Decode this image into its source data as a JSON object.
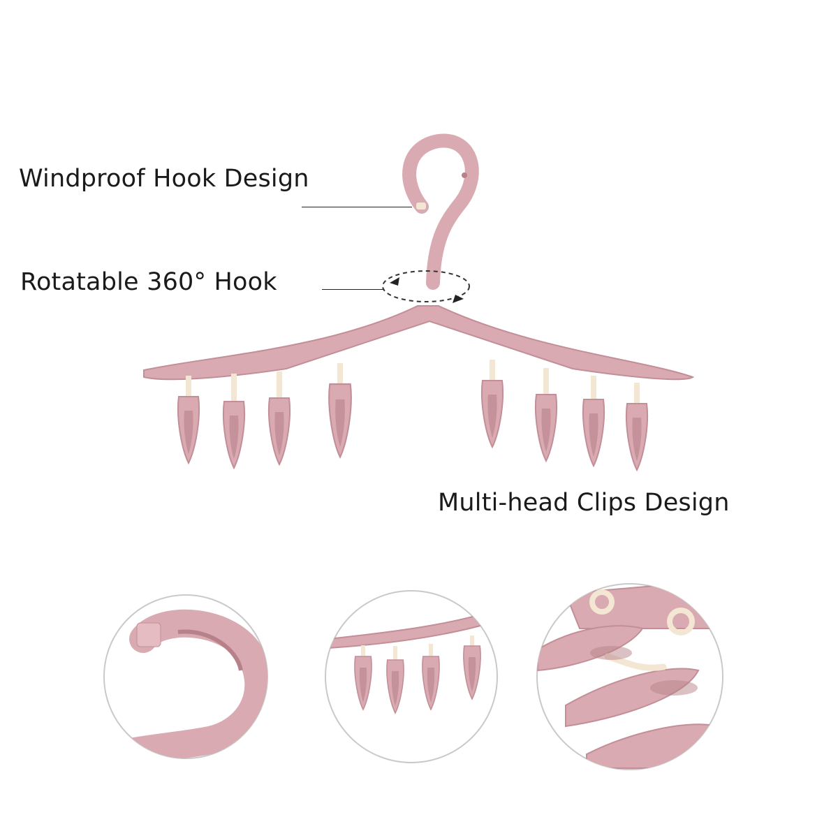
{
  "callouts": {
    "windproof_hook": "Windproof Hook Design",
    "rotatable_hook": "Rotatable 360° Hook",
    "multi_head_clips": "Multi-head Clips Design"
  },
  "colors": {
    "hanger_pink": "#d9aab1",
    "hanger_shadow": "#c38e97",
    "clip_hook_cream": "#f3e6d3",
    "circle_border": "#c9c9c9",
    "background": "#ffffff"
  },
  "product": {
    "hanger_clip_count": 8,
    "detail_views": [
      "hook-closeup",
      "clips-row-closeup",
      "clip-joint-closeup"
    ]
  }
}
